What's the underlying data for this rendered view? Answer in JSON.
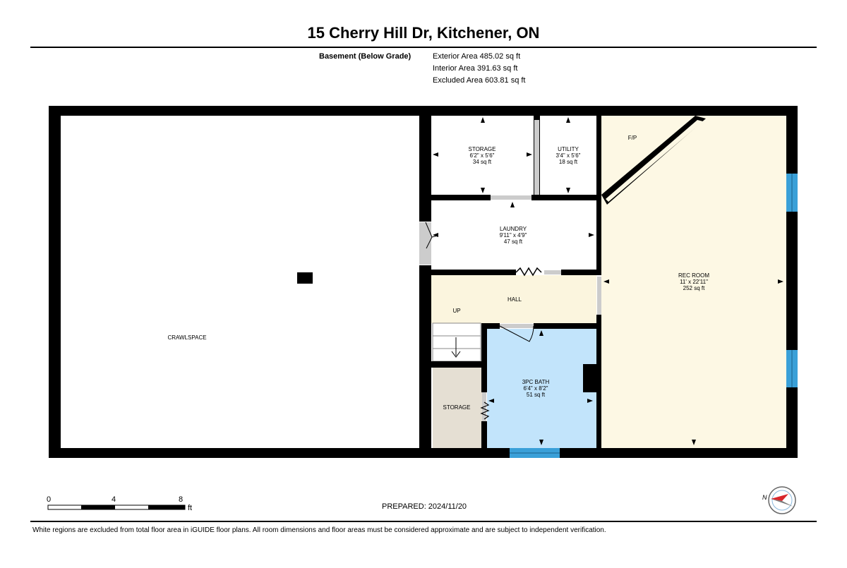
{
  "header": {
    "title": "15 Cherry Hill Dr, Kitchener, ON",
    "level_label": "Basement (Below Grade)",
    "exterior_area": "Exterior Area 485.02 sq ft",
    "interior_area": "Interior Area 391.63 sq ft",
    "excluded_area": "Excluded Area 603.81 sq ft"
  },
  "rooms": {
    "crawlspace": {
      "name": "CRAWLSPACE"
    },
    "storage_top": {
      "name": "STORAGE",
      "dims": "6'2\" x 5'6\"",
      "area": "34 sq ft"
    },
    "utility": {
      "name": "UTILITY",
      "dims": "3'4\" x 5'6\"",
      "area": "18 sq ft"
    },
    "laundry": {
      "name": "LAUNDRY",
      "dims": "9'11\" x 4'9\"",
      "area": "47 sq ft"
    },
    "hall": {
      "name": "HALL",
      "stair_label": "UP"
    },
    "bath": {
      "name": "3PC BATH",
      "dims": "6'4\" x 8'2\"",
      "area": "51 sq ft"
    },
    "storage_bottom": {
      "name": "STORAGE"
    },
    "rec_room": {
      "name": "REC ROOM",
      "dims": "11' x 22'11\"",
      "area": "252 sq ft"
    },
    "fireplace": {
      "name": "F/P"
    }
  },
  "scale": {
    "ticks": [
      "0",
      "4",
      "8"
    ],
    "unit": "ft"
  },
  "compass": {
    "label": "N"
  },
  "prepared": "PREPARED: 2024/11/20",
  "footer": "White regions are excluded from total floor area in iGUIDE floor plans. All room dimensions and floor areas must be considered approximate and are subject to independent verification.",
  "colors": {
    "wall": "#000000",
    "rec_room_fill": "#fdf8e4",
    "hall_fill": "#fbf5de",
    "bath_fill": "#c2e4fb",
    "storage_fill": "#e5dfd3",
    "window": "#3aa0d8",
    "door_gray": "#cccccc"
  }
}
